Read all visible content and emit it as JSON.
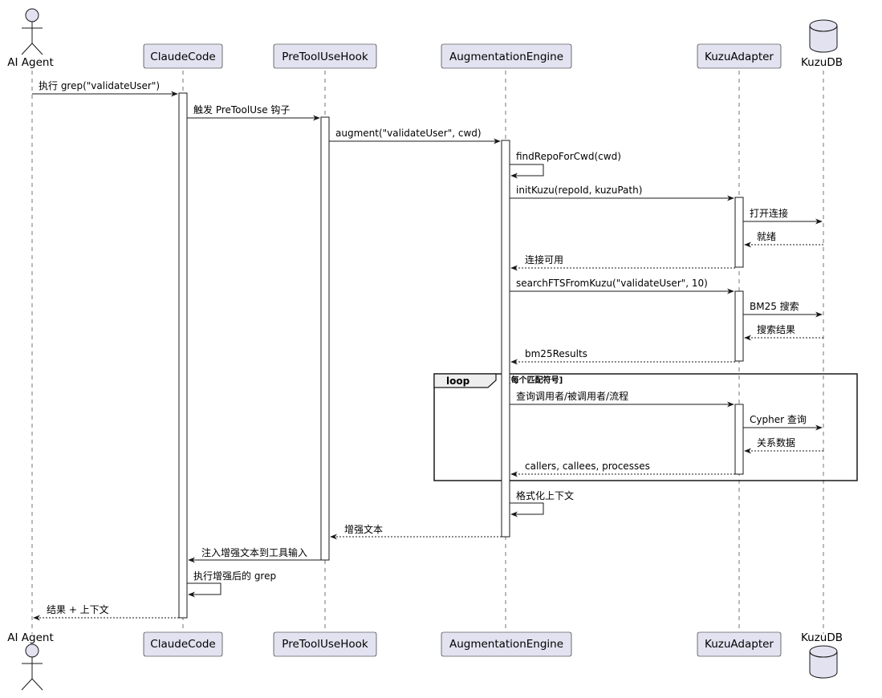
{
  "participants": {
    "agent": "AI Agent",
    "claude": "ClaudeCode",
    "hook": "PreToolUseHook",
    "engine": "AugmentationEngine",
    "adapter": "KuzuAdapter",
    "db": "KuzuDB"
  },
  "messages": [
    "执行 grep(\"validateUser\")",
    "触发 PreToolUse 钩子",
    "augment(\"validateUser\", cwd)",
    "findRepoForCwd(cwd)",
    "initKuzu(repoId, kuzuPath)",
    "打开连接",
    "就绪",
    "连接可用",
    "searchFTSFromKuzu(\"validateUser\", 10)",
    "BM25 搜索",
    "搜索结果",
    "bm25Results",
    "查询调用者/被调用者/流程",
    "Cypher 查询",
    "关系数据",
    "callers, callees, processes",
    "格式化上下文",
    "增强文本",
    "注入增强文本到工具输入",
    "执行增强后的 grep",
    "结果 + 上下文"
  ],
  "loop": {
    "keyword": "loop",
    "condition": "[每个匹配符号]"
  },
  "colors": {
    "participant_fill": "#e2e2f0",
    "participant_border": "#181818",
    "lifeline": "#181818",
    "activation_fill": "#ffffff"
  }
}
